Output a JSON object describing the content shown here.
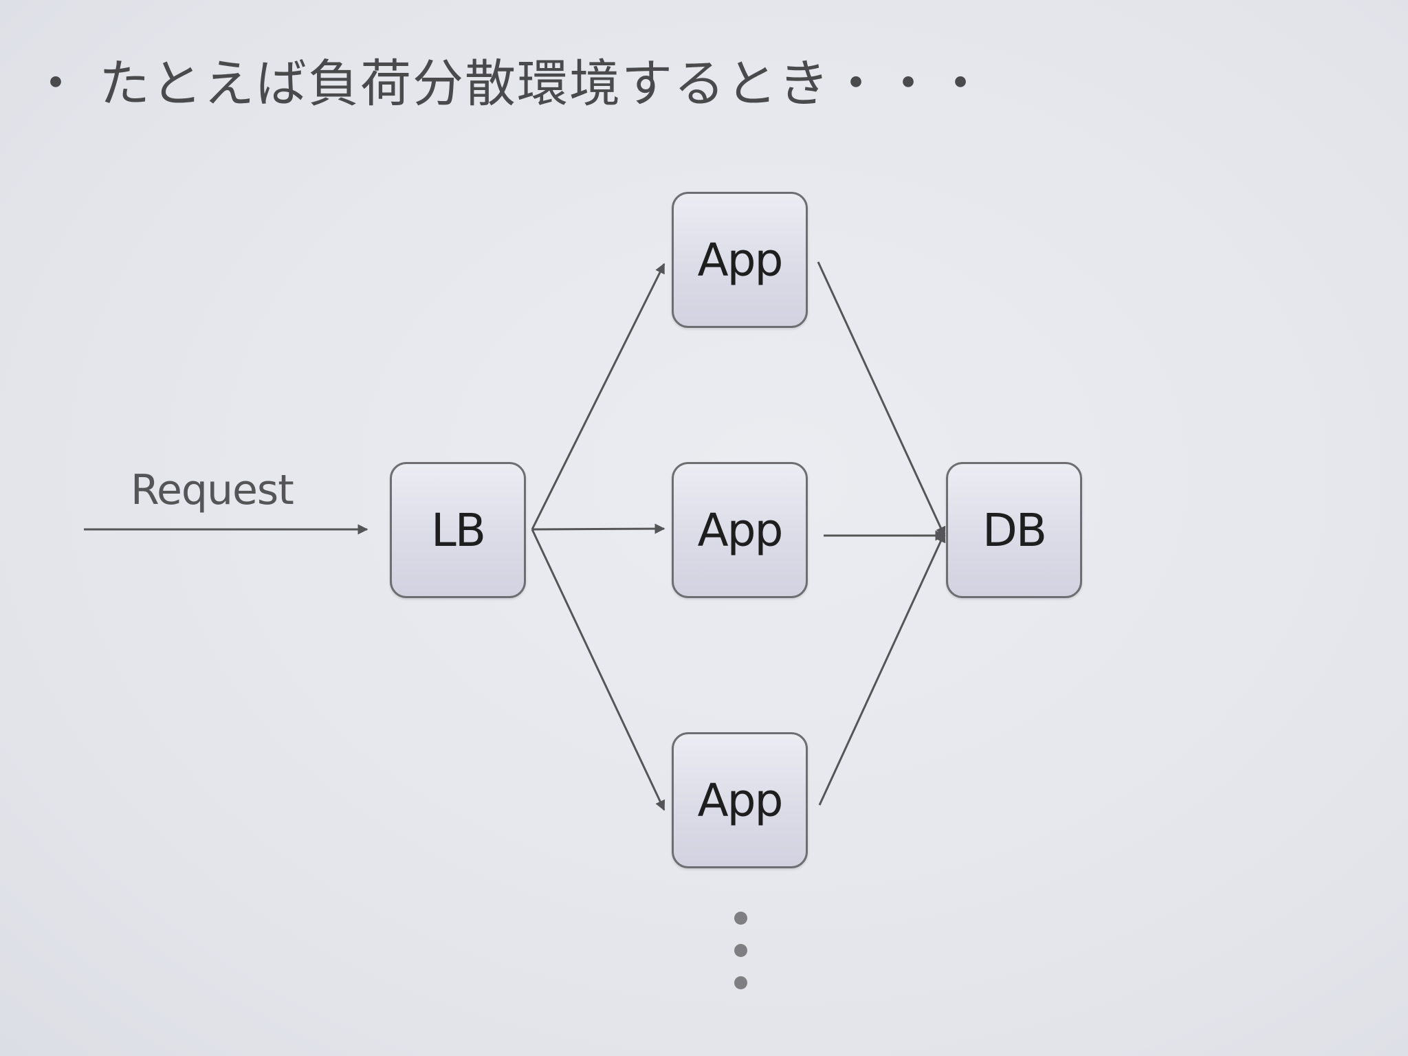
{
  "slide": {
    "title_bullet": "・",
    "title": "たとえば負荷分散環境するとき・・・"
  },
  "diagram": {
    "request_label": "Request",
    "nodes": {
      "lb": "LB",
      "app_top": "App",
      "app_middle": "App",
      "app_bottom": "App",
      "db": "DB"
    },
    "colors": {
      "box_border": "#6e6e72",
      "box_fill_top": "#ececf3",
      "box_fill_bottom": "#d2d2e0",
      "arrow": "#555558",
      "text": "#1e1e1e",
      "background": "#e6e8ee"
    },
    "continuation": "more-apps-ellipsis"
  }
}
